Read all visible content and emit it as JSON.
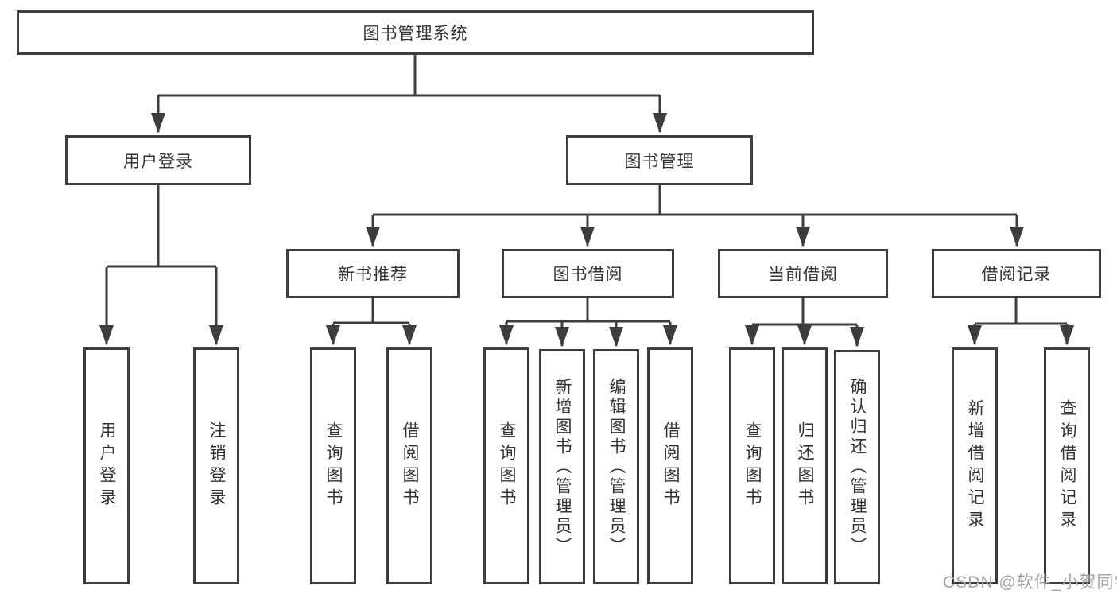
{
  "colors": {
    "line": "#3d3d3d",
    "box_border": "#3d3d3d",
    "text": "#333333",
    "watermark": "#a6a6a6",
    "background": "#ffffff"
  },
  "tree": {
    "root": {
      "label": "图书管理系统"
    },
    "branches": [
      {
        "label": "用户登录",
        "children": [
          {
            "label": "用户登录"
          },
          {
            "label": "注销登录"
          }
        ]
      },
      {
        "label": "图书管理",
        "children": [
          {
            "label": "新书推荐",
            "children": [
              {
                "label": "查询图书"
              },
              {
                "label": "借阅图书"
              }
            ]
          },
          {
            "label": "图书借阅",
            "children": [
              {
                "label": "查询图书"
              },
              {
                "label": "新增图书（管理员）"
              },
              {
                "label": "编辑图书（管理员）"
              },
              {
                "label": "借阅图书"
              }
            ]
          },
          {
            "label": "当前借阅",
            "children": [
              {
                "label": "查询图书"
              },
              {
                "label": "归还图书"
              },
              {
                "label": "确认归还（管理员）"
              }
            ]
          },
          {
            "label": "借阅记录",
            "children": [
              {
                "label": "新增借阅记录"
              },
              {
                "label": "查询借阅记录"
              }
            ]
          }
        ]
      }
    ]
  },
  "watermark": {
    "text": "CSDN @软件_小贺同学"
  }
}
